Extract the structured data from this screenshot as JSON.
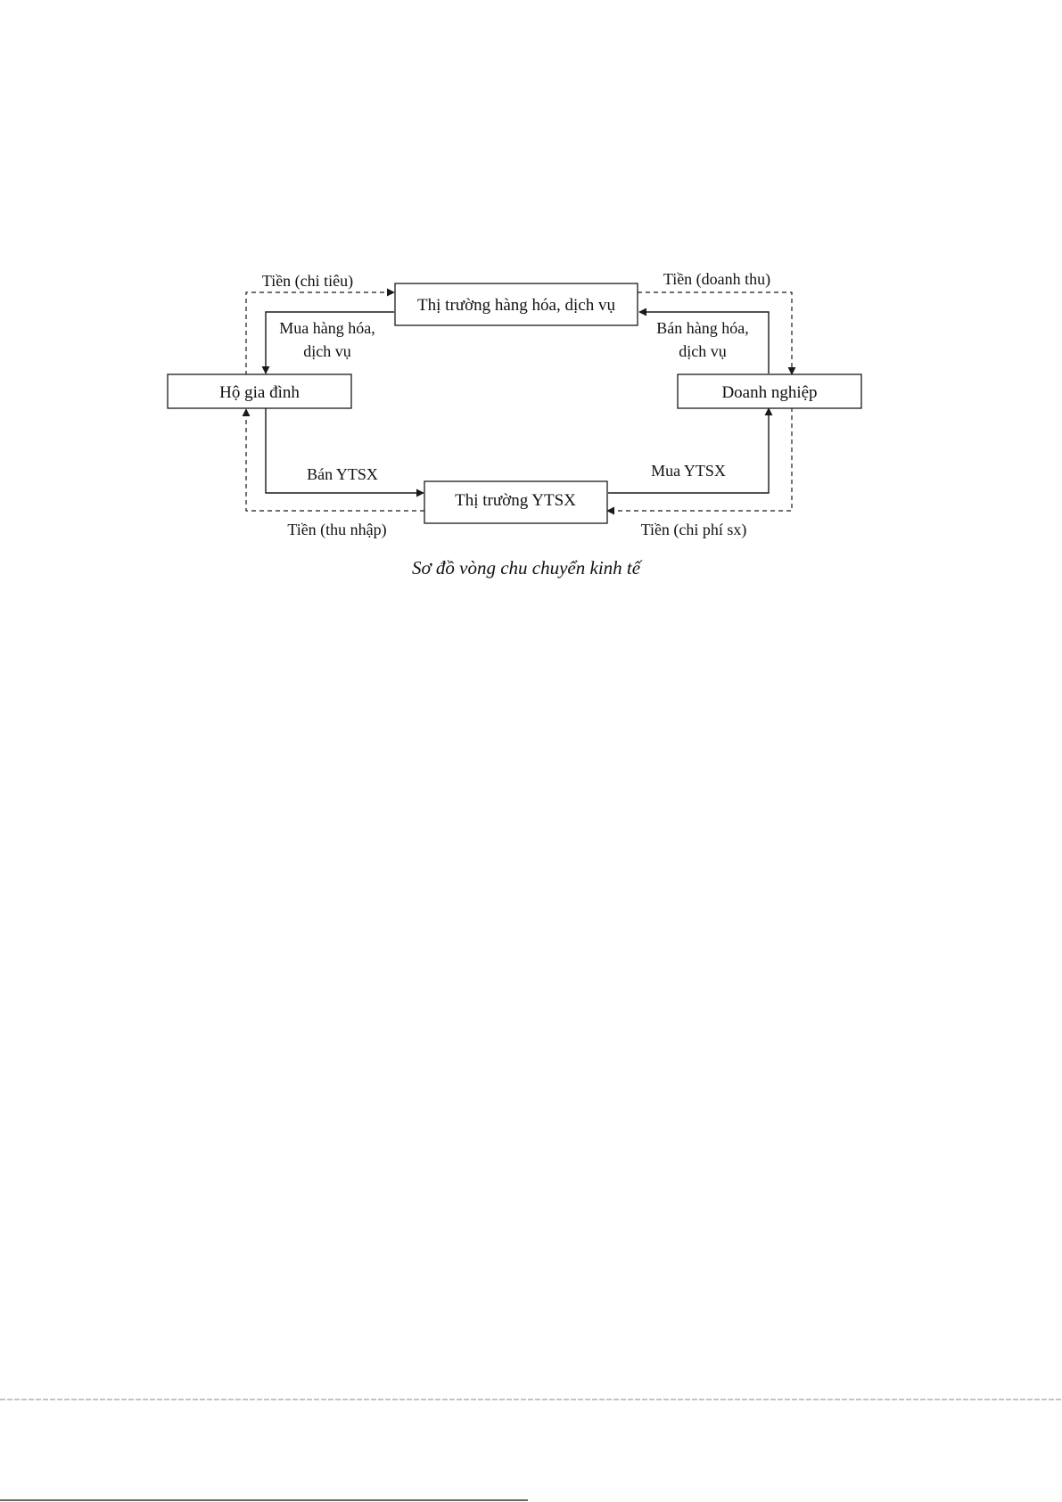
{
  "nodes": {
    "goods_market": "Thị trường hàng hóa, dịch vụ",
    "household": "Hộ gia đình",
    "firm": "Doanh nghiệp",
    "factor_market": "Thị trường YTSX"
  },
  "edges": {
    "money_spending": "Tiền (chi tiêu)",
    "money_revenue": "Tiền (doanh thu)",
    "buy_goods_line1": "Mua hàng hóa,",
    "buy_goods_line2": "dịch vụ",
    "sell_goods_line1": "Bán hàng hóa,",
    "sell_goods_line2": "dịch vụ",
    "sell_factors": "Bán YTSX",
    "buy_factors": "Mua YTSX",
    "money_income": "Tiền (thu nhập)",
    "money_cost": "Tiền (chi phí sx)"
  },
  "caption": "Sơ đồ vòng chu chuyển kinh tế"
}
